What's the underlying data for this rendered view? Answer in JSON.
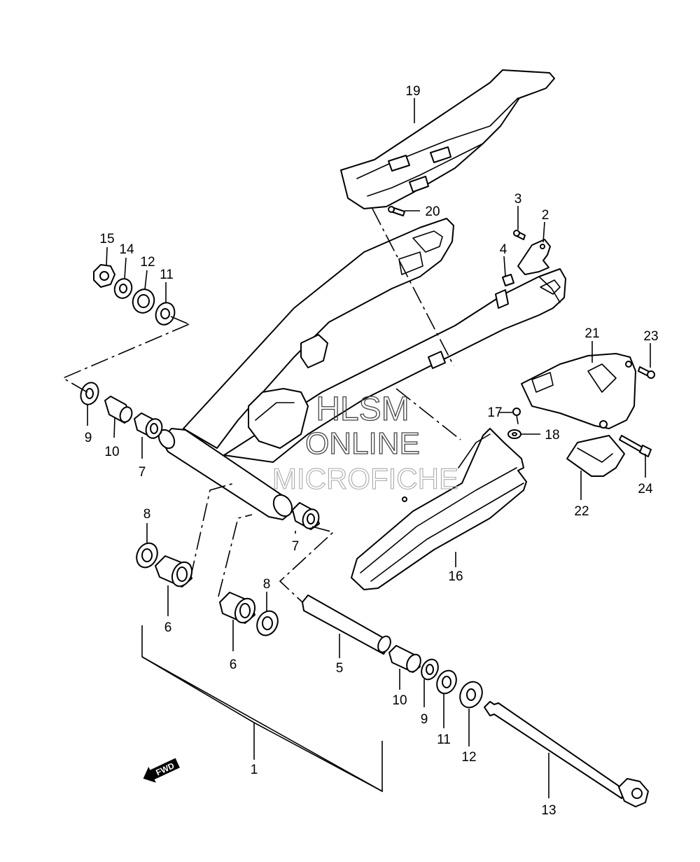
{
  "watermark": {
    "line1": "HLSM",
    "line2": "ONLINE",
    "line3": "MICROFICHE"
  },
  "direction_marker": "FWD",
  "callouts": [
    {
      "id": "c19",
      "text": "19"
    },
    {
      "id": "c20",
      "text": "20"
    },
    {
      "id": "c3",
      "text": "3"
    },
    {
      "id": "c2",
      "text": "2"
    },
    {
      "id": "c4",
      "text": "4"
    },
    {
      "id": "c15",
      "text": "15"
    },
    {
      "id": "c14",
      "text": "14"
    },
    {
      "id": "c12a",
      "text": "12"
    },
    {
      "id": "c11a",
      "text": "11"
    },
    {
      "id": "c21",
      "text": "21"
    },
    {
      "id": "c23",
      "text": "23"
    },
    {
      "id": "c17",
      "text": "17"
    },
    {
      "id": "c18",
      "text": "18"
    },
    {
      "id": "c24",
      "text": "24"
    },
    {
      "id": "c22",
      "text": "22"
    },
    {
      "id": "c9a",
      "text": "9"
    },
    {
      "id": "c10a",
      "text": "10"
    },
    {
      "id": "c7a",
      "text": "7"
    },
    {
      "id": "c8a",
      "text": "8"
    },
    {
      "id": "c7b",
      "text": "7"
    },
    {
      "id": "c16",
      "text": "16"
    },
    {
      "id": "c6a",
      "text": "6"
    },
    {
      "id": "c8b",
      "text": "8"
    },
    {
      "id": "c6b",
      "text": "6"
    },
    {
      "id": "c5",
      "text": "5"
    },
    {
      "id": "c10b",
      "text": "10"
    },
    {
      "id": "c9b",
      "text": "9"
    },
    {
      "id": "c11b",
      "text": "11"
    },
    {
      "id": "c12b",
      "text": "12"
    },
    {
      "id": "c1",
      "text": "1"
    },
    {
      "id": "c13",
      "text": "13"
    }
  ]
}
